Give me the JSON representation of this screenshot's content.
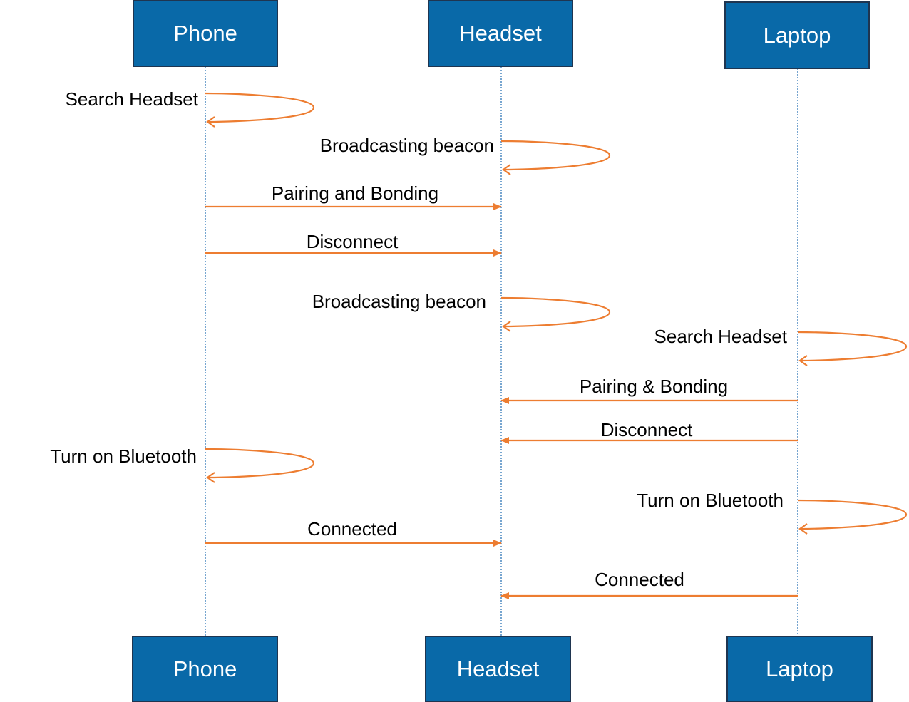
{
  "colors": {
    "actor_fill": "#0969a8",
    "actor_border": "#1f3550",
    "actor_text": "#ffffff",
    "lifeline": "#2e75b6",
    "message": "#ed7d31",
    "label": "#000000"
  },
  "actors": {
    "phone": "Phone",
    "headset": "Headset",
    "laptop": "Laptop"
  },
  "messages": [
    {
      "kind": "self",
      "actor": "phone",
      "label": "Search Headset"
    },
    {
      "kind": "self",
      "actor": "headset",
      "label": "Broadcasting beacon"
    },
    {
      "kind": "call",
      "from": "phone",
      "to": "headset",
      "label": "Pairing and Bonding"
    },
    {
      "kind": "call",
      "from": "phone",
      "to": "headset",
      "label": "Disconnect"
    },
    {
      "kind": "self",
      "actor": "headset",
      "label": "Broadcasting beacon"
    },
    {
      "kind": "self",
      "actor": "laptop",
      "label": "Search Headset"
    },
    {
      "kind": "call",
      "from": "laptop",
      "to": "headset",
      "label": "Pairing & Bonding"
    },
    {
      "kind": "call",
      "from": "laptop",
      "to": "headset",
      "label": "Disconnect"
    },
    {
      "kind": "self",
      "actor": "phone",
      "label": "Turn on Bluetooth"
    },
    {
      "kind": "call",
      "from": "phone",
      "to": "headset",
      "label": "Connected"
    },
    {
      "kind": "self",
      "actor": "laptop",
      "label": "Turn on Bluetooth"
    },
    {
      "kind": "call",
      "from": "laptop",
      "to": "headset",
      "label": "Connected"
    }
  ]
}
